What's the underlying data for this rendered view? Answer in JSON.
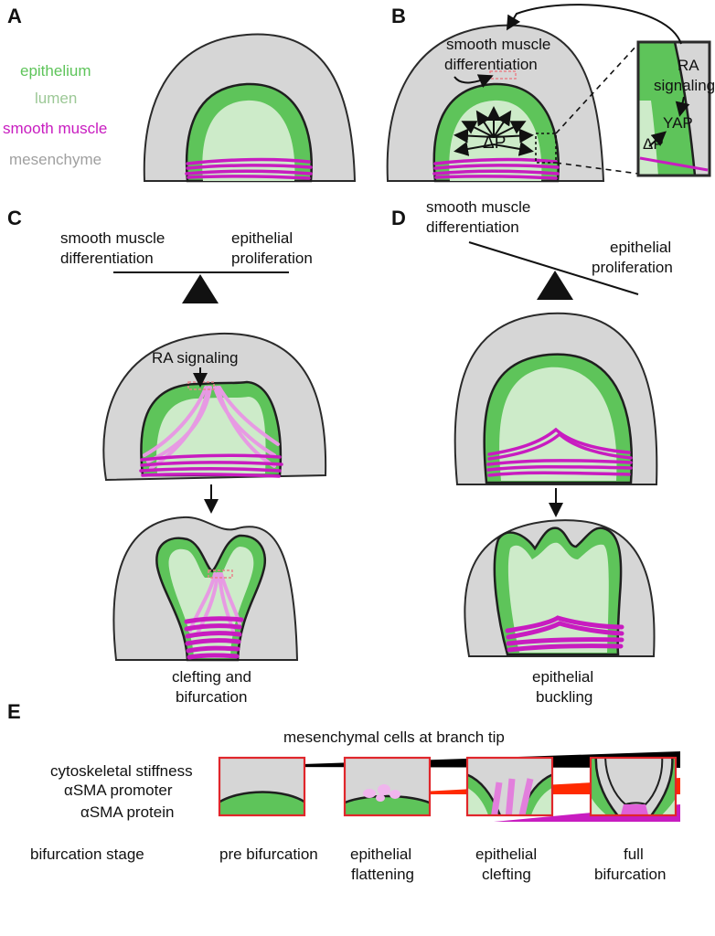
{
  "panels": {
    "a": "A",
    "b": "B",
    "c": "C",
    "d": "D",
    "e": "E"
  },
  "legend": {
    "epithelium": "epithelium",
    "lumen": "lumen",
    "smooth_muscle": "smooth muscle",
    "mesenchyme": "mesenchyme"
  },
  "panel_b": {
    "smooth_muscle_line1": "smooth muscle",
    "smooth_muscle_line2": "differentiation",
    "delta_p": "ΔP",
    "ra_line1": "RA",
    "ra_line2": "signaling",
    "yap": "YAP",
    "delta_p_inset": "ΔP"
  },
  "panel_c": {
    "left_line1": "smooth muscle",
    "left_line2": "differentiation",
    "right_line1": "epithelial",
    "right_line2": "proliferation",
    "ra_signaling": "RA signaling",
    "caption_line1": "clefting and",
    "caption_line2": "bifurcation"
  },
  "panel_d": {
    "left_line1": "smooth muscle",
    "left_line2": "differentiation",
    "right_line1": "epithelial",
    "right_line2": "proliferation",
    "caption_line1": "epithelial",
    "caption_line2": "buckling"
  },
  "panel_e": {
    "title": "mesenchymal cells at branch tip",
    "row1": "cytoskeletal stiffness",
    "row2": "αSMA promoter",
    "row3": "αSMA protein",
    "stage_label": "bifurcation stage",
    "stages": [
      {
        "line1": "pre bifurcation",
        "line2": ""
      },
      {
        "line1": "epithelial",
        "line2": "flattening"
      },
      {
        "line1": "epithelial",
        "line2": "clefting"
      },
      {
        "line1": "full",
        "line2": "bifurcation"
      }
    ]
  },
  "colors": {
    "epithelium": "#5ec45a",
    "lumen": "#a9d4a3",
    "smooth_muscle": "#c81cc0",
    "mesenchyme": "#9a9a9a",
    "stiffness": "#000000",
    "promoter": "#ff2a00",
    "protein": "#c81cc0",
    "stage_border": "#e0262b"
  }
}
